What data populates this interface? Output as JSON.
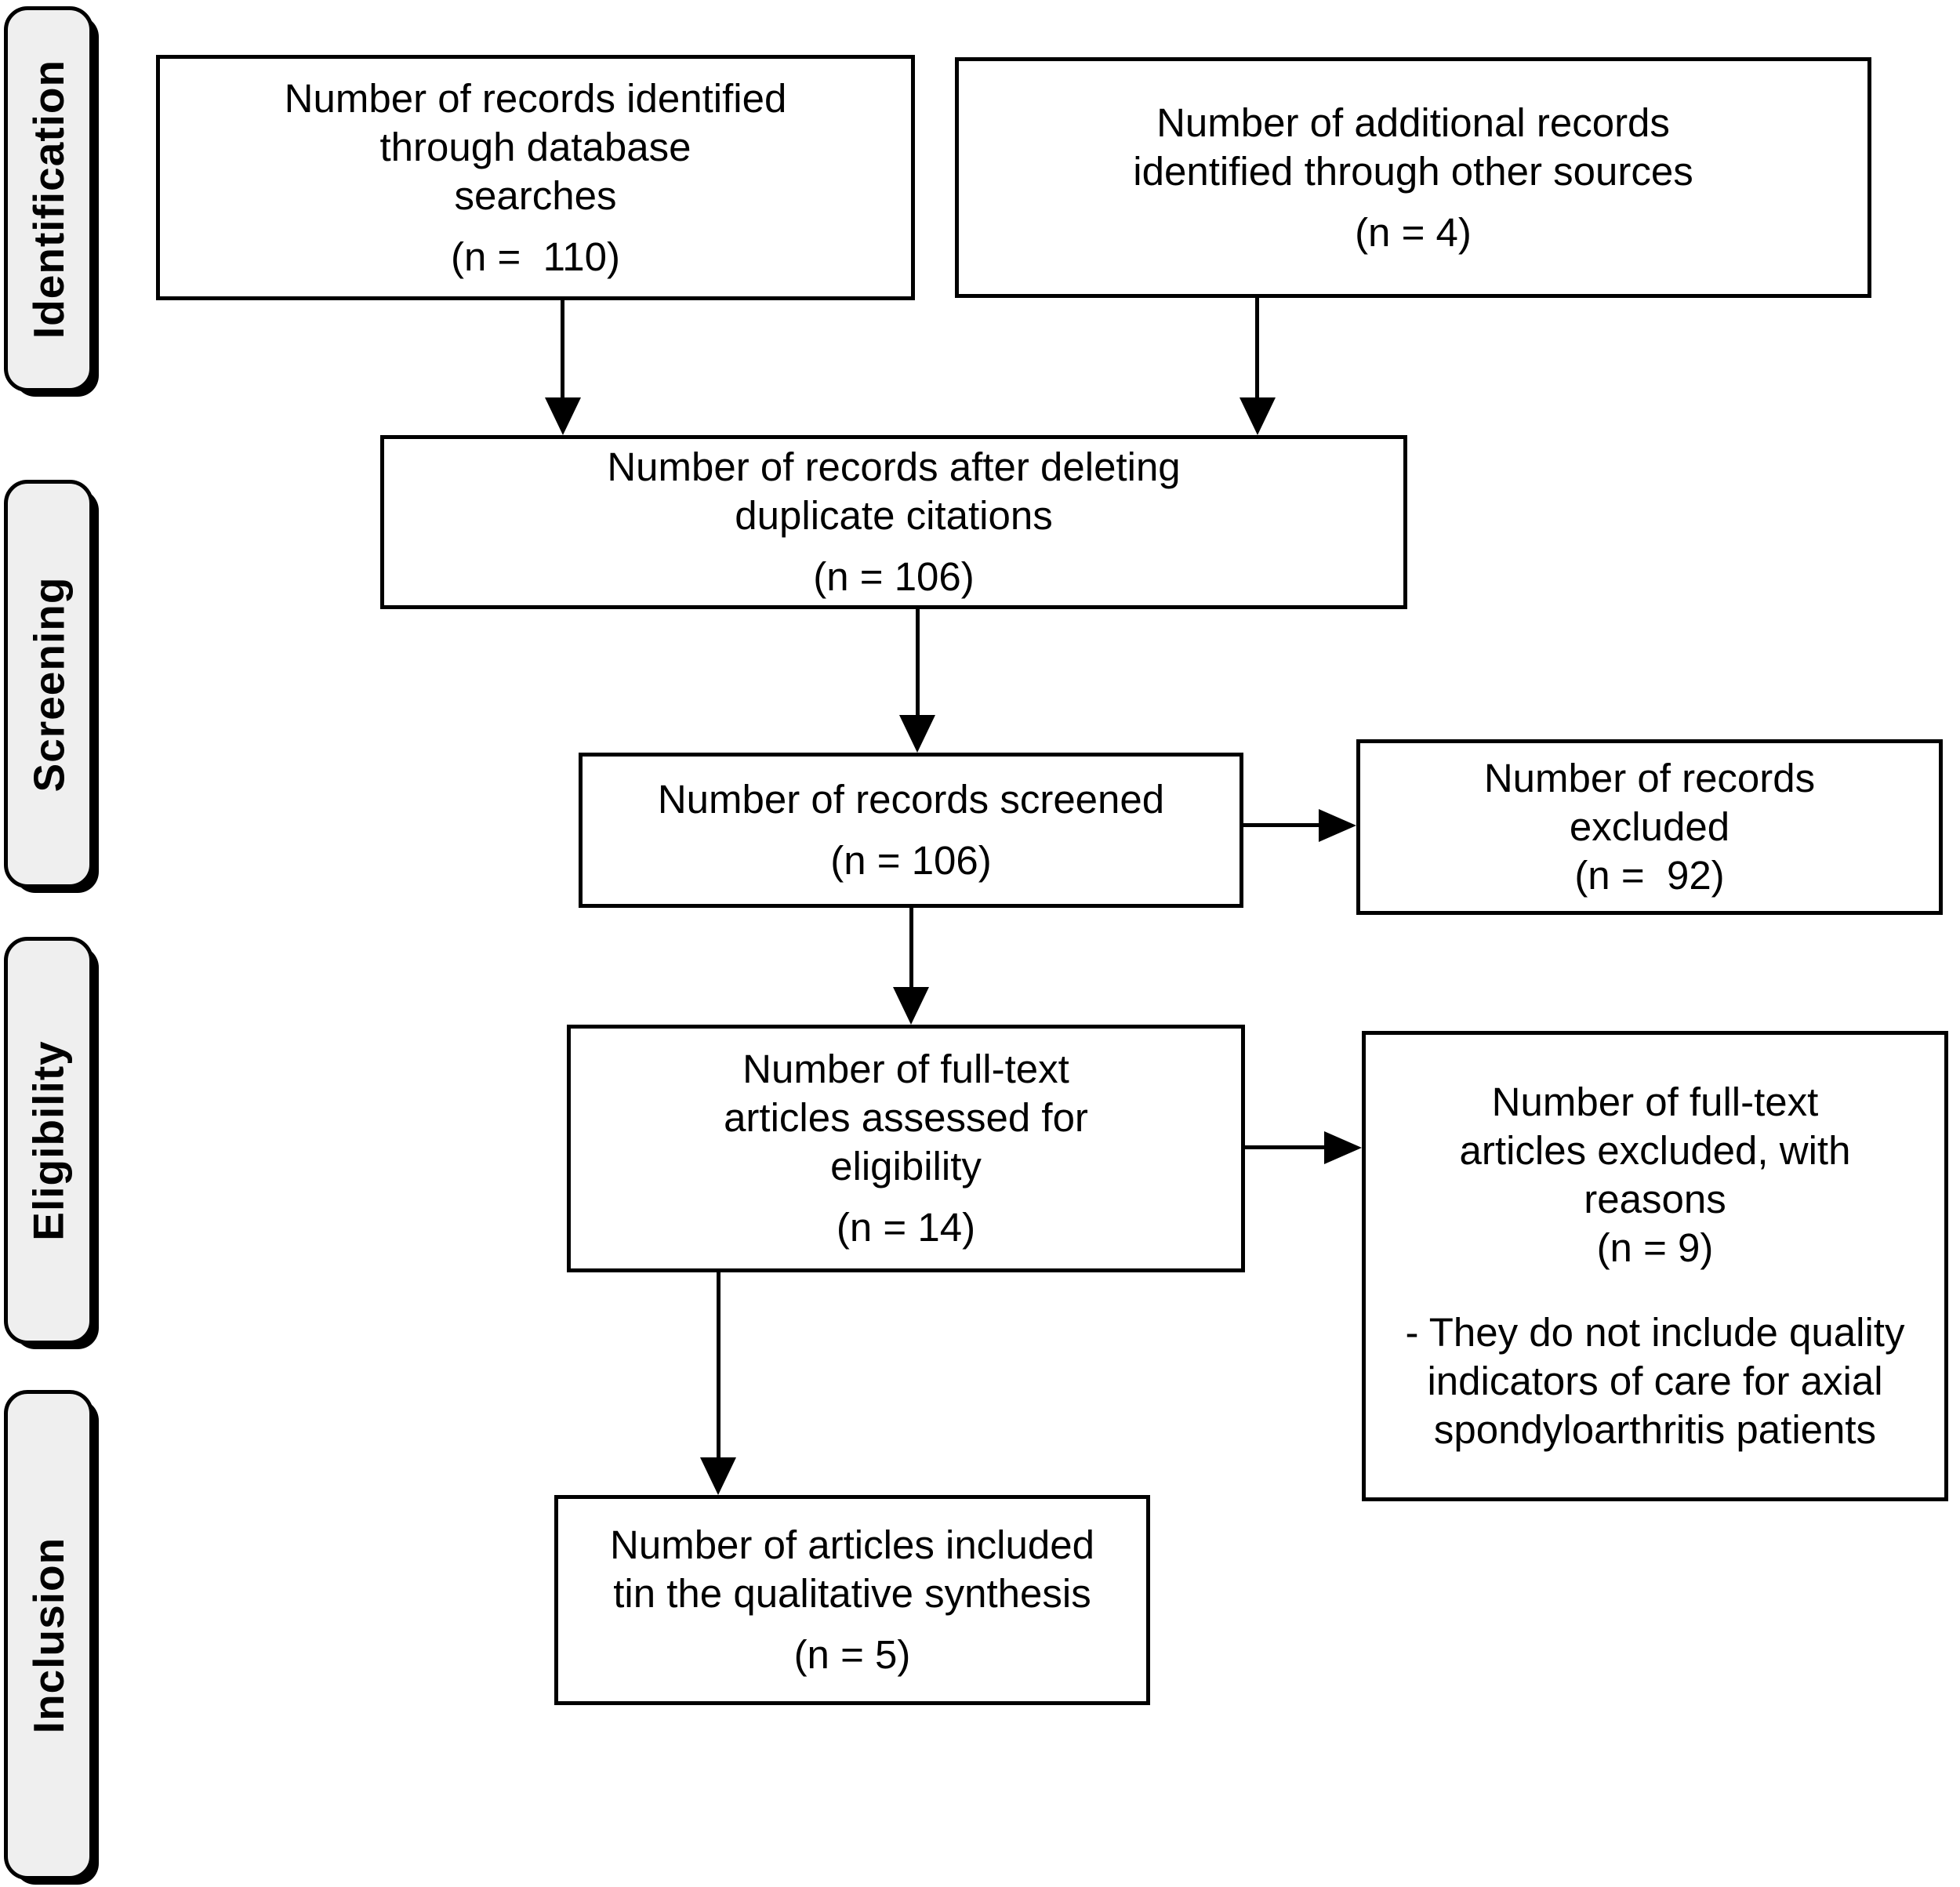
{
  "stages": [
    {
      "label": "Identification"
    },
    {
      "label": "Screening"
    },
    {
      "label": "Eligibility"
    },
    {
      "label": "Inclusion"
    }
  ],
  "boxes": {
    "identified": {
      "lines": [
        "Number of records identified",
        "through database",
        "searches"
      ],
      "n": "(n =  110)"
    },
    "additional": {
      "lines": [
        "Number of additional records",
        "identified through other sources"
      ],
      "n": "(n = 4)"
    },
    "deduplicated": {
      "lines": [
        "Number of records after deleting",
        "duplicate citations"
      ],
      "n": "(n = 106)"
    },
    "screened": {
      "lines": [
        "Number of records screened"
      ],
      "n": "(n = 106)"
    },
    "excluded": {
      "lines": [
        "Number of records",
        "excluded"
      ],
      "n": "(n =  92)"
    },
    "fulltext_assessed": {
      "lines": [
        "Number of full-text",
        "articles assessed for",
        "eligibility"
      ],
      "n": "(n = 14)"
    },
    "fulltext_excluded": {
      "lines": [
        "Number of full-text",
        "articles excluded, with",
        "reasons"
      ],
      "n": "(n = 9)",
      "reason_lines": [
        "- They do not include quality",
        "indicators of care for axial",
        "spondyloarthritis patients"
      ]
    },
    "included": {
      "lines": [
        "Number of articles included",
        "tin the qualitative synthesis"
      ],
      "n": "(n = 5)"
    }
  },
  "colors": {
    "stage_fill": "#efefef",
    "border": "#000000",
    "box_fill": "#ffffff"
  }
}
